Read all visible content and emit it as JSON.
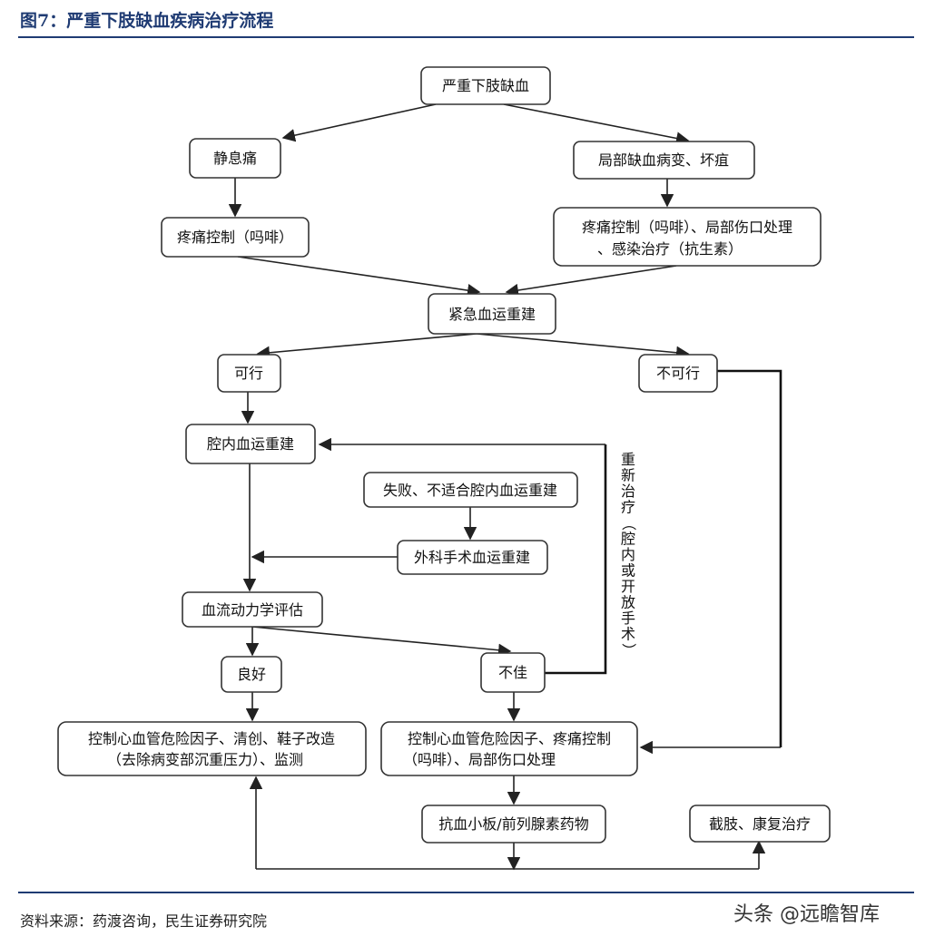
{
  "header": {
    "title": "图7：严重下肢缺血疾病治疗流程"
  },
  "footer": {
    "source": "资料来源：药渡咨询，民生证券研究院",
    "watermark": "头条 @远瞻智库"
  },
  "nodes": {
    "cli": "严重下肢缺血",
    "rest_pain": "静息痛",
    "local_ischemia": "局部缺血病变、坏疽",
    "pain_control": "疼痛控制（吗啡）",
    "pain_local_line1": "疼痛控制（吗啡）、局部伤口处理",
    "pain_local_line2": "、感染治疗（抗生素）",
    "urgent_revasc": "紧急血运重建",
    "feasible": "可行",
    "not_feasible": "不可行",
    "endovascular": "腔内血运重建",
    "failed": "失败、不适合腔内血运重建",
    "surgical": "外科手术血运重建",
    "hemodynamic": "血流动力学评估",
    "good": "良好",
    "poor": "不佳",
    "good_tx_line1": "控制心血管危险因子、清创、鞋子改造",
    "good_tx_line2": "（去除病变部沉重压力）、监测",
    "poor_tx_line1": "控制心血管危险因子、疼痛控制",
    "poor_tx_line2": "（吗啡）、局部伤口处理",
    "antiplatelet": "抗血小板/前列腺素药物",
    "amputation": "截肢、康复治疗"
  },
  "retreat_label": [
    "重",
    "新",
    "治",
    "疗",
    "（",
    "腔",
    "内",
    "或",
    "开",
    "放",
    "手",
    "术",
    "）"
  ]
}
